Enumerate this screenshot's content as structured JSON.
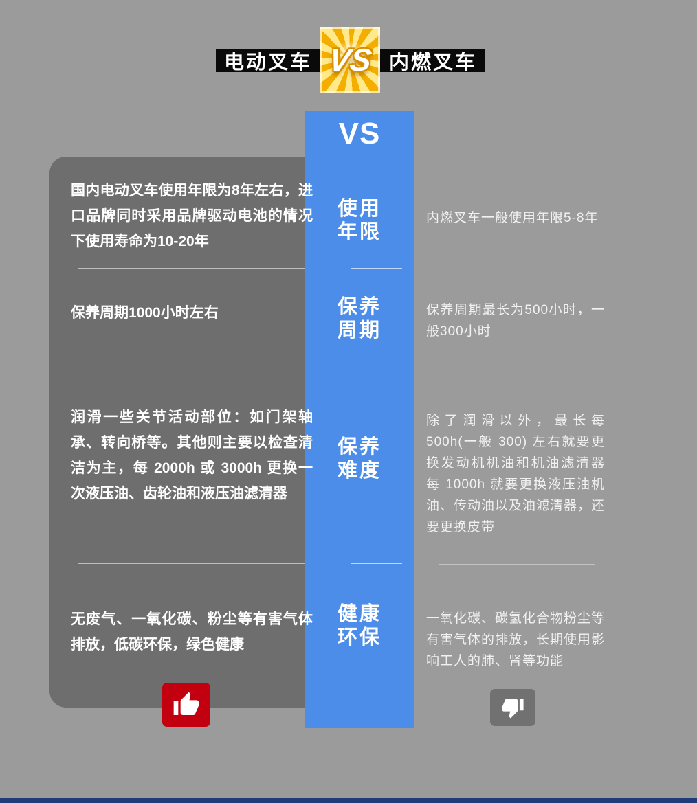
{
  "banner": {
    "left_title": "电动叉车",
    "right_title": "内燃叉车",
    "badge": "VS"
  },
  "vs_column": {
    "header": "VS"
  },
  "rows": [
    {
      "category_line1": "使用",
      "category_line2": "年限",
      "left": "国内电动叉车使用年限为8年左右，进口品牌同时采用品牌驱动电池的情况下使用寿命为10-20年",
      "right": "内燃叉车一般使用年限5-8年"
    },
    {
      "category_line1": "保养",
      "category_line2": "周期",
      "left": "保养周期1000小时左右",
      "right": "保养周期最长为500小时，一般300小时"
    },
    {
      "category_line1": "保养",
      "category_line2": "难度",
      "left": "润滑一些关节活动部位：如门架轴承、转向桥等。其他则主要以检查清洁为主，每 2000h 或 3000h 更换一次液压油、齿轮油和液压油滤清器",
      "right": "除了润滑以外，最长每 500h(一般 300) 左右就要更换发动机机油和机油滤清器 每 1000h 就要更换液压油机油、传动油以及油滤清器，还要更换皮带"
    },
    {
      "category_line1": "健康",
      "category_line2": "环保",
      "left": "无废气、一氧化碳、粉尘等有害气体排放，低碳环保，绿色健康",
      "right": "一氧化碳、碳氢化合物粉尘等有害气体的排放，长期使用影响工人的肺、肾等功能"
    }
  ],
  "icons": {
    "thumbs_up": "thumbs-up-icon",
    "thumbs_down": "thumbs-down-icon",
    "vs_badge": "gold-starburst-vs-icon"
  },
  "colors": {
    "background": "#9b9b9b",
    "left_panel": "#6e6e6e",
    "vs_column_blue": "#4b8de8",
    "banner_black": "#0a0a0a",
    "gold": "#f3ae00",
    "thumbs_up_red": "#c30010",
    "thumbs_down_gray": "#717171",
    "bottom_strip_navy": "#203c78"
  }
}
